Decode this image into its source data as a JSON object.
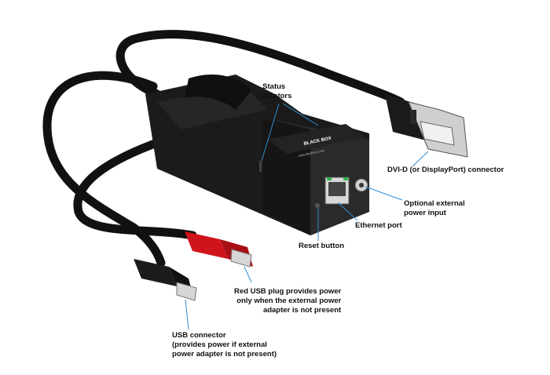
{
  "brand": {
    "logo_text": "BLACK BOX",
    "url_text": "www.blackbox.com"
  },
  "callouts": {
    "status_indicators": "Status\nindicators",
    "dvi_connector": "DVI-D (or DisplayPort) connector",
    "optional_power": "Optional external\npower input",
    "ethernet_port": "Ethernet port",
    "reset_button": "Reset button",
    "red_usb": "Red USB plug provides power\nonly when the external power\nadapter is not present",
    "usb_connector": "USB connector\n(provides power if external\npower adapter is not present)"
  },
  "colors": {
    "body": "#1b1b1b",
    "cable": "#111111",
    "red_plug": "#d0141c",
    "metal": "#b9b9b9",
    "led_green": "#2eb34a"
  }
}
